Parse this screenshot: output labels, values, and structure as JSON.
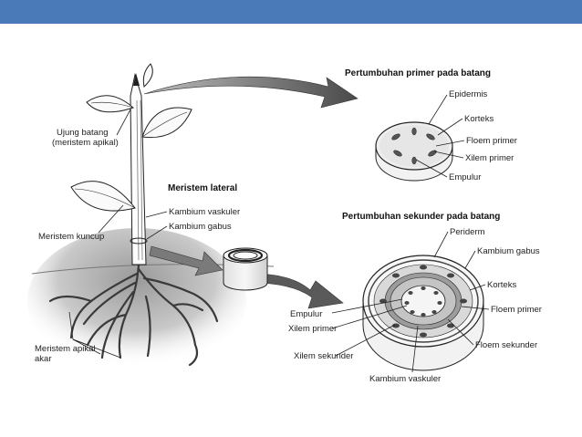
{
  "header": {
    "bar_color": "#4a7ab8"
  },
  "diagram": {
    "title_primary": "Pertumbuhan primer pada batang",
    "title_secondary": "Pertumbuhan sekunder pada batang",
    "title_lateral": "Meristem lateral",
    "plant_labels": {
      "shoot_tip_1": "Ujung batang",
      "shoot_tip_2": "(meristem apikal)",
      "bud": "Meristem kuncup",
      "vascular_cambium": "Kambium vaskuler",
      "cork_cambium": "Kambium gabus",
      "root_tip_1": "Meristem apikal",
      "root_tip_2": "akar"
    },
    "primary_labels": {
      "epidermis": "Epidermis",
      "cortex": "Korteks",
      "primary_phloem": "Floem primer",
      "primary_xylem": "Xilem primer",
      "pith": "Empulur"
    },
    "secondary_labels": {
      "periderm": "Periderm",
      "cork_cambium": "Kambium gabus",
      "cortex": "Korteks",
      "primary_phloem": "Floem primer",
      "pith": "Empulur",
      "primary_xylem": "Xilem primer",
      "secondary_xylem": "Xilem sekunder",
      "secondary_phloem": "Floem sekunder",
      "vascular_cambium": "Kambium vaskuler"
    }
  }
}
